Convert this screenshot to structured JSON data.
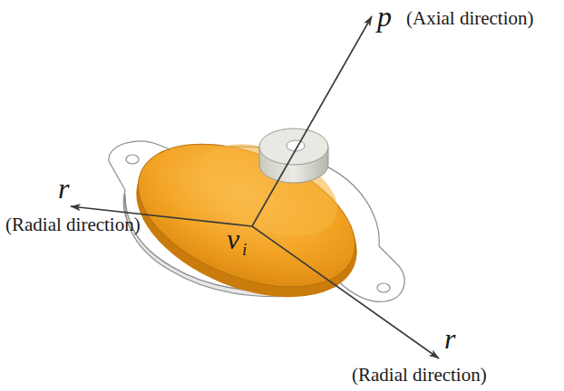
{
  "diagram": {
    "labels": [
      "p",
      "(Axial direction)",
      "r",
      "(Radial direction)",
      "r",
      "(Radial direction)",
      "v",
      "i"
    ]
  }
}
